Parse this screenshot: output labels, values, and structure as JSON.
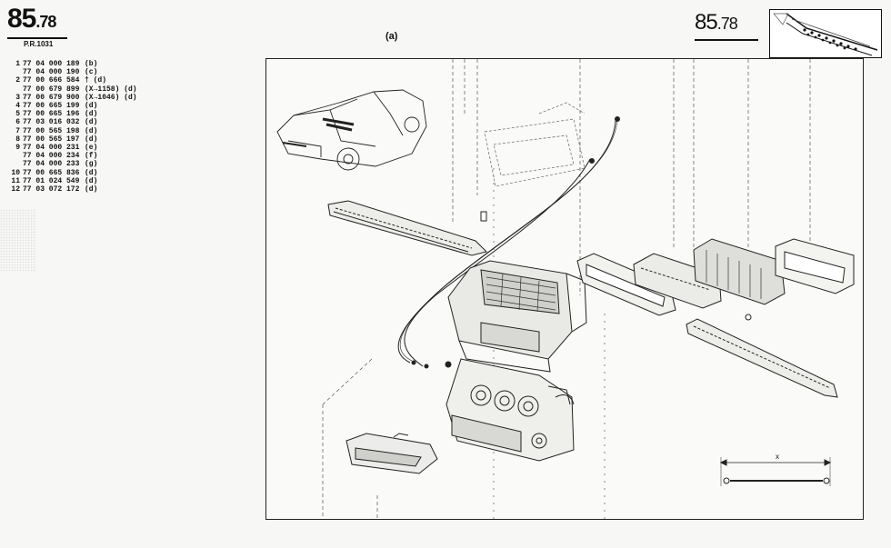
{
  "header_left": {
    "number": "85",
    "decimal": ".78",
    "subref": "P.R.1031"
  },
  "header_right": {
    "number": "85",
    "decimal": ".78"
  },
  "figure_label": "(a)",
  "dimension_label": "x",
  "parts": [
    {
      "idx": "1",
      "ref": "77 04 000 189",
      "note": "(b)"
    },
    {
      "idx": "",
      "ref": "77 04 000 190",
      "note": "(c)"
    },
    {
      "idx": "2",
      "ref": "77 00 666 584",
      "note": "† (d)"
    },
    {
      "idx": "",
      "ref": "77 00 679 899",
      "note": "(X→1158) (d)"
    },
    {
      "idx": "3",
      "ref": "77 00 679 900",
      "note": "(X→1046) (d)"
    },
    {
      "idx": "4",
      "ref": "77 00 665 199",
      "note": "(d)"
    },
    {
      "idx": "5",
      "ref": "77 00 665 196",
      "note": "(d)"
    },
    {
      "idx": "6",
      "ref": "77 03 016 032",
      "note": "(d)"
    },
    {
      "idx": "7",
      "ref": "77 00 565 198",
      "note": "(d)"
    },
    {
      "idx": "8",
      "ref": "77 00 565 197",
      "note": "(d)"
    },
    {
      "idx": "9",
      "ref": "77 04 000 231",
      "note": "(e)"
    },
    {
      "idx": "",
      "ref": "77 04 000 234",
      "note": "(f)"
    },
    {
      "idx": "",
      "ref": "77 04 000 233",
      "note": "(g)"
    },
    {
      "idx": "10",
      "ref": "77 00 665 836",
      "note": "(d)"
    },
    {
      "idx": "11",
      "ref": "77 01 024 549",
      "note": "(d)"
    },
    {
      "idx": "12",
      "ref": "77 03 072 172",
      "note": "(d)"
    }
  ]
}
